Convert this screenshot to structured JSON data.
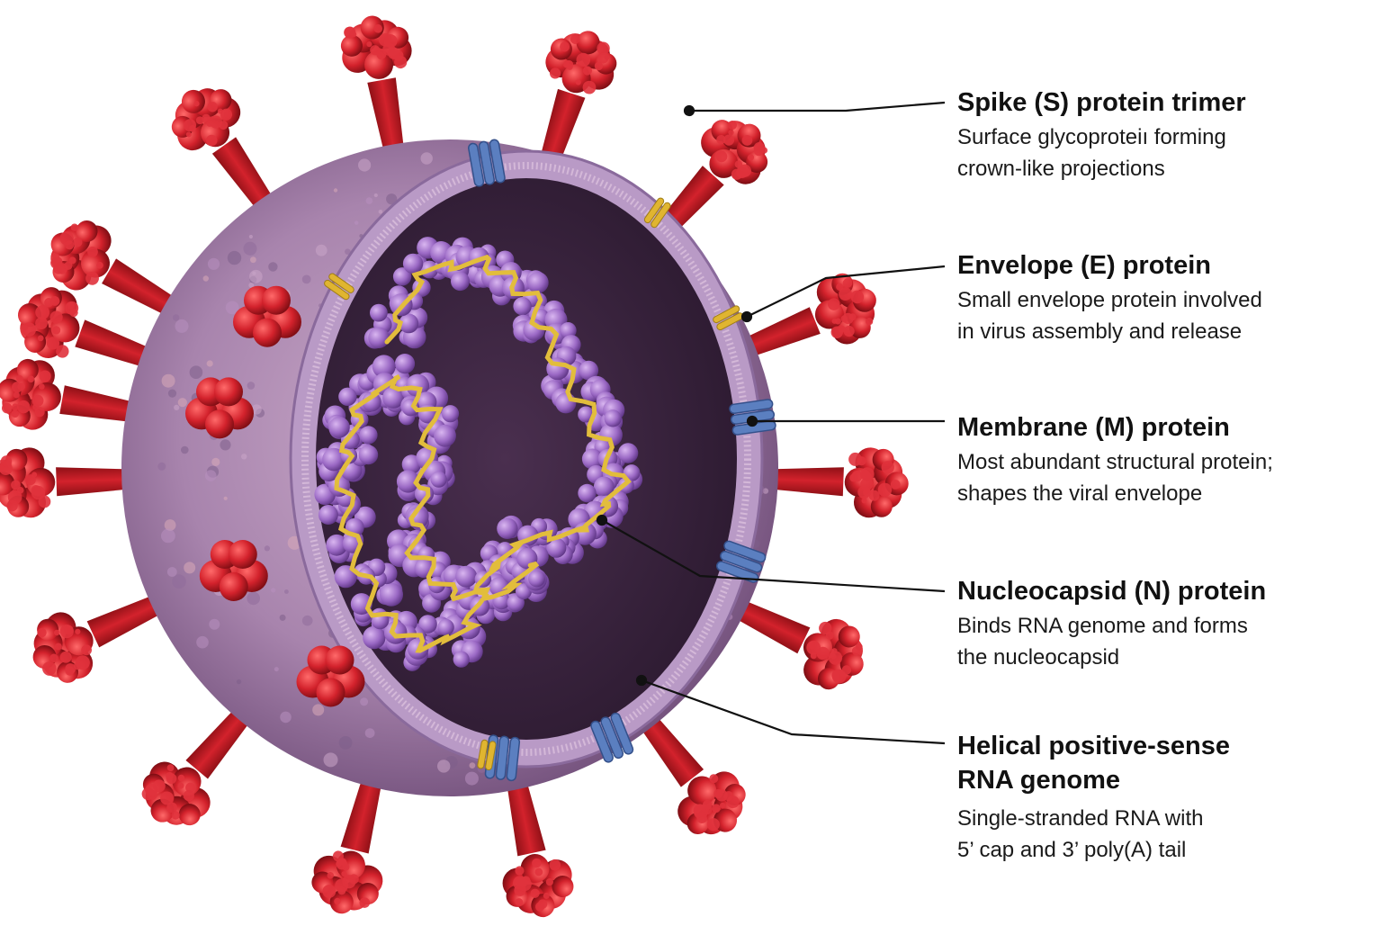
{
  "labels": [
    {
      "key": "spike",
      "title": "Spike (S) protein trimer",
      "desc_lines": [
        "Surface glycoproteiı forming",
        "crown-like projections"
      ]
    },
    {
      "key": "envelope",
      "title": "Envelope (E) protein",
      "desc_lines": [
        "Small envelope protein involved",
        "in virus assembly and release"
      ]
    },
    {
      "key": "membrane",
      "title": "Membrane (M) protein",
      "desc_lines": [
        "Most abundant structural protein;",
        "shapes the viral envelope"
      ]
    },
    {
      "key": "nucleocapsid",
      "title": "Nucleocapsid (N) protein",
      "desc_lines": [
        "Binds RNA genome and forms",
        "the nucleocapsid"
      ]
    },
    {
      "key": "rna",
      "title_lines": [
        "Helical positive-sense",
        "RNA genome"
      ],
      "desc_lines": [
        "Single-stranded RNA with",
        "5’ cap and 3’ poly(A) tail"
      ]
    }
  ],
  "colors": {
    "spike": "#c8202a",
    "spike_dark": "#8e1016",
    "envelope_surface": "#9a7aa8",
    "membrane_protein": "#5b7fc0",
    "envelope_protein": "#e0b530",
    "nucleocapsid": "#9a68c4",
    "rna": "#e2bd3c",
    "interior": "#3c2640",
    "leader_line": "#111111"
  }
}
